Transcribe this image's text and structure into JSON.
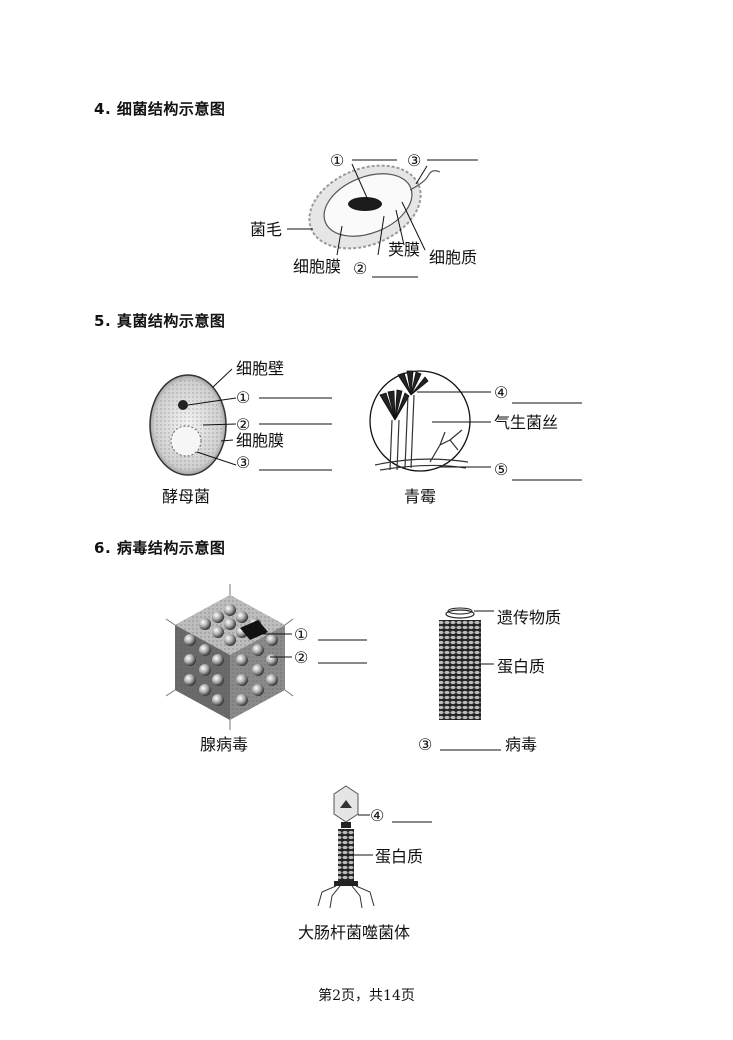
{
  "sections": [
    {
      "number": "4",
      "title": "细菌结构示意图"
    },
    {
      "number": "5",
      "title": "真菌结构示意图"
    },
    {
      "number": "6",
      "title": "病毒结构示意图"
    }
  ],
  "bacteria": {
    "labels": {
      "m1": "①",
      "m2": "②",
      "m3": "③",
      "flagella": "菌毛",
      "cell_membrane": "细胞膜",
      "capsule": "荚膜",
      "cytoplasm": "细胞质"
    }
  },
  "fungi": {
    "yeast": {
      "wall": "细胞壁",
      "m1": "①",
      "m2": "②",
      "membrane": "细胞膜",
      "m3": "③",
      "caption": "酵母菌"
    },
    "penicillium": {
      "m4": "④",
      "aerial": "气生菌丝",
      "m5": "⑤",
      "caption": "青霉"
    }
  },
  "virus": {
    "adenovirus": {
      "m1": "①",
      "m2": "②",
      "caption": "腺病毒"
    },
    "rod": {
      "genetic": "遗传物质",
      "protein": "蛋白质",
      "m3": "③",
      "suffix": "病毒"
    },
    "phage": {
      "m4": "④",
      "protein": "蛋白质",
      "caption": "大肠杆菌噬菌体"
    }
  },
  "footer": "第2页，共14页"
}
